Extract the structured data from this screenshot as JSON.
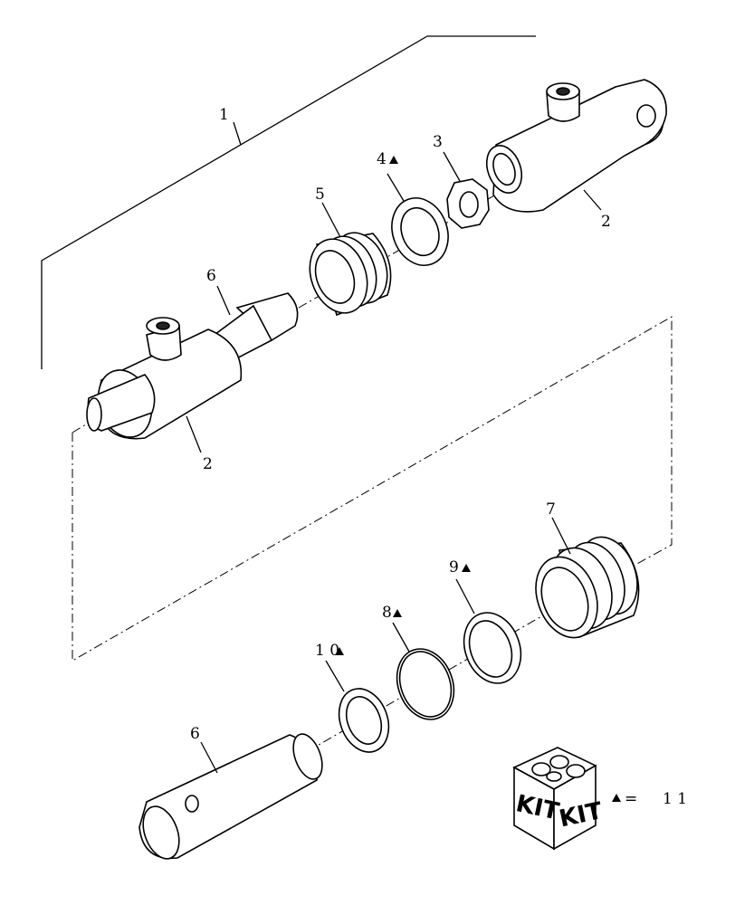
{
  "callouts": [
    {
      "id": "c1",
      "text": "1"
    },
    {
      "id": "c2a",
      "text": "2"
    },
    {
      "id": "c2b",
      "text": "2"
    },
    {
      "id": "c3",
      "text": "3"
    },
    {
      "id": "c4",
      "text": "4"
    },
    {
      "id": "c5",
      "text": "5"
    },
    {
      "id": "c6a",
      "text": "6"
    },
    {
      "id": "c6b",
      "text": "6"
    },
    {
      "id": "c7",
      "text": "7"
    },
    {
      "id": "c8",
      "text": "8"
    },
    {
      "id": "c9",
      "text": "9"
    },
    {
      "id": "c10",
      "text": "1 0"
    }
  ],
  "legend": {
    "kit_left": "KIT",
    "kit_right": "KIT",
    "equals": "=",
    "kit_ref": "1 1"
  },
  "icons": [
    "triangle-marker-icon",
    "kit-box-icon"
  ]
}
